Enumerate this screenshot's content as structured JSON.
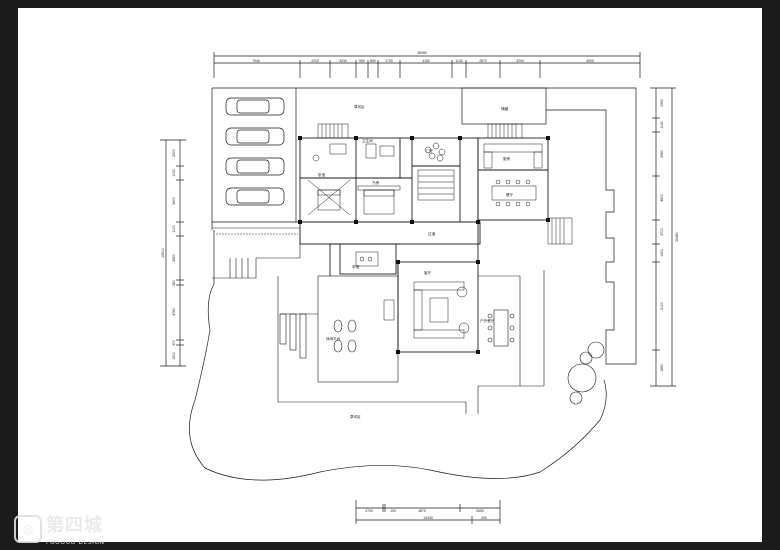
{
  "dimensions": {
    "top_total": "36080",
    "top_segments": [
      "7940",
      "2210",
      "3240",
      "960",
      "850",
      "1700",
      "4180",
      "1140",
      "2870",
      "3200",
      "4000"
    ],
    "right_total": "26480",
    "right_segments": [
      "2950",
      "1140",
      "3960",
      "4600",
      "3710",
      "1500",
      "6100",
      "1880"
    ],
    "left_total": "19510",
    "left_segments": [
      "2300",
      "1150",
      "3600",
      "1170",
      "3820",
      "380",
      "4780",
      "370",
      "1900"
    ],
    "bottom_total": "14330",
    "bottom_segments": [
      "2700",
      "100",
      "4870",
      "2650"
    ],
    "bottom_sub": "200"
  },
  "rooms": {
    "lawn_north": "草坪区",
    "storage": "储藏",
    "lawn_south": "草坪区",
    "kitchen": "厨房",
    "dining": "餐厅",
    "living": "客厅",
    "hall": "门厅",
    "corridor": "过道",
    "bedroom": "卧室",
    "study": "书房",
    "bath": "卫生间",
    "leisure": "休闲平台",
    "outdoor_dining": "户外餐厅",
    "tea": "茶室"
  },
  "watermark": {
    "icon": "logo-icon",
    "brand_cn": "第四城",
    "brand_en": "FOOOOD DESIGN"
  }
}
